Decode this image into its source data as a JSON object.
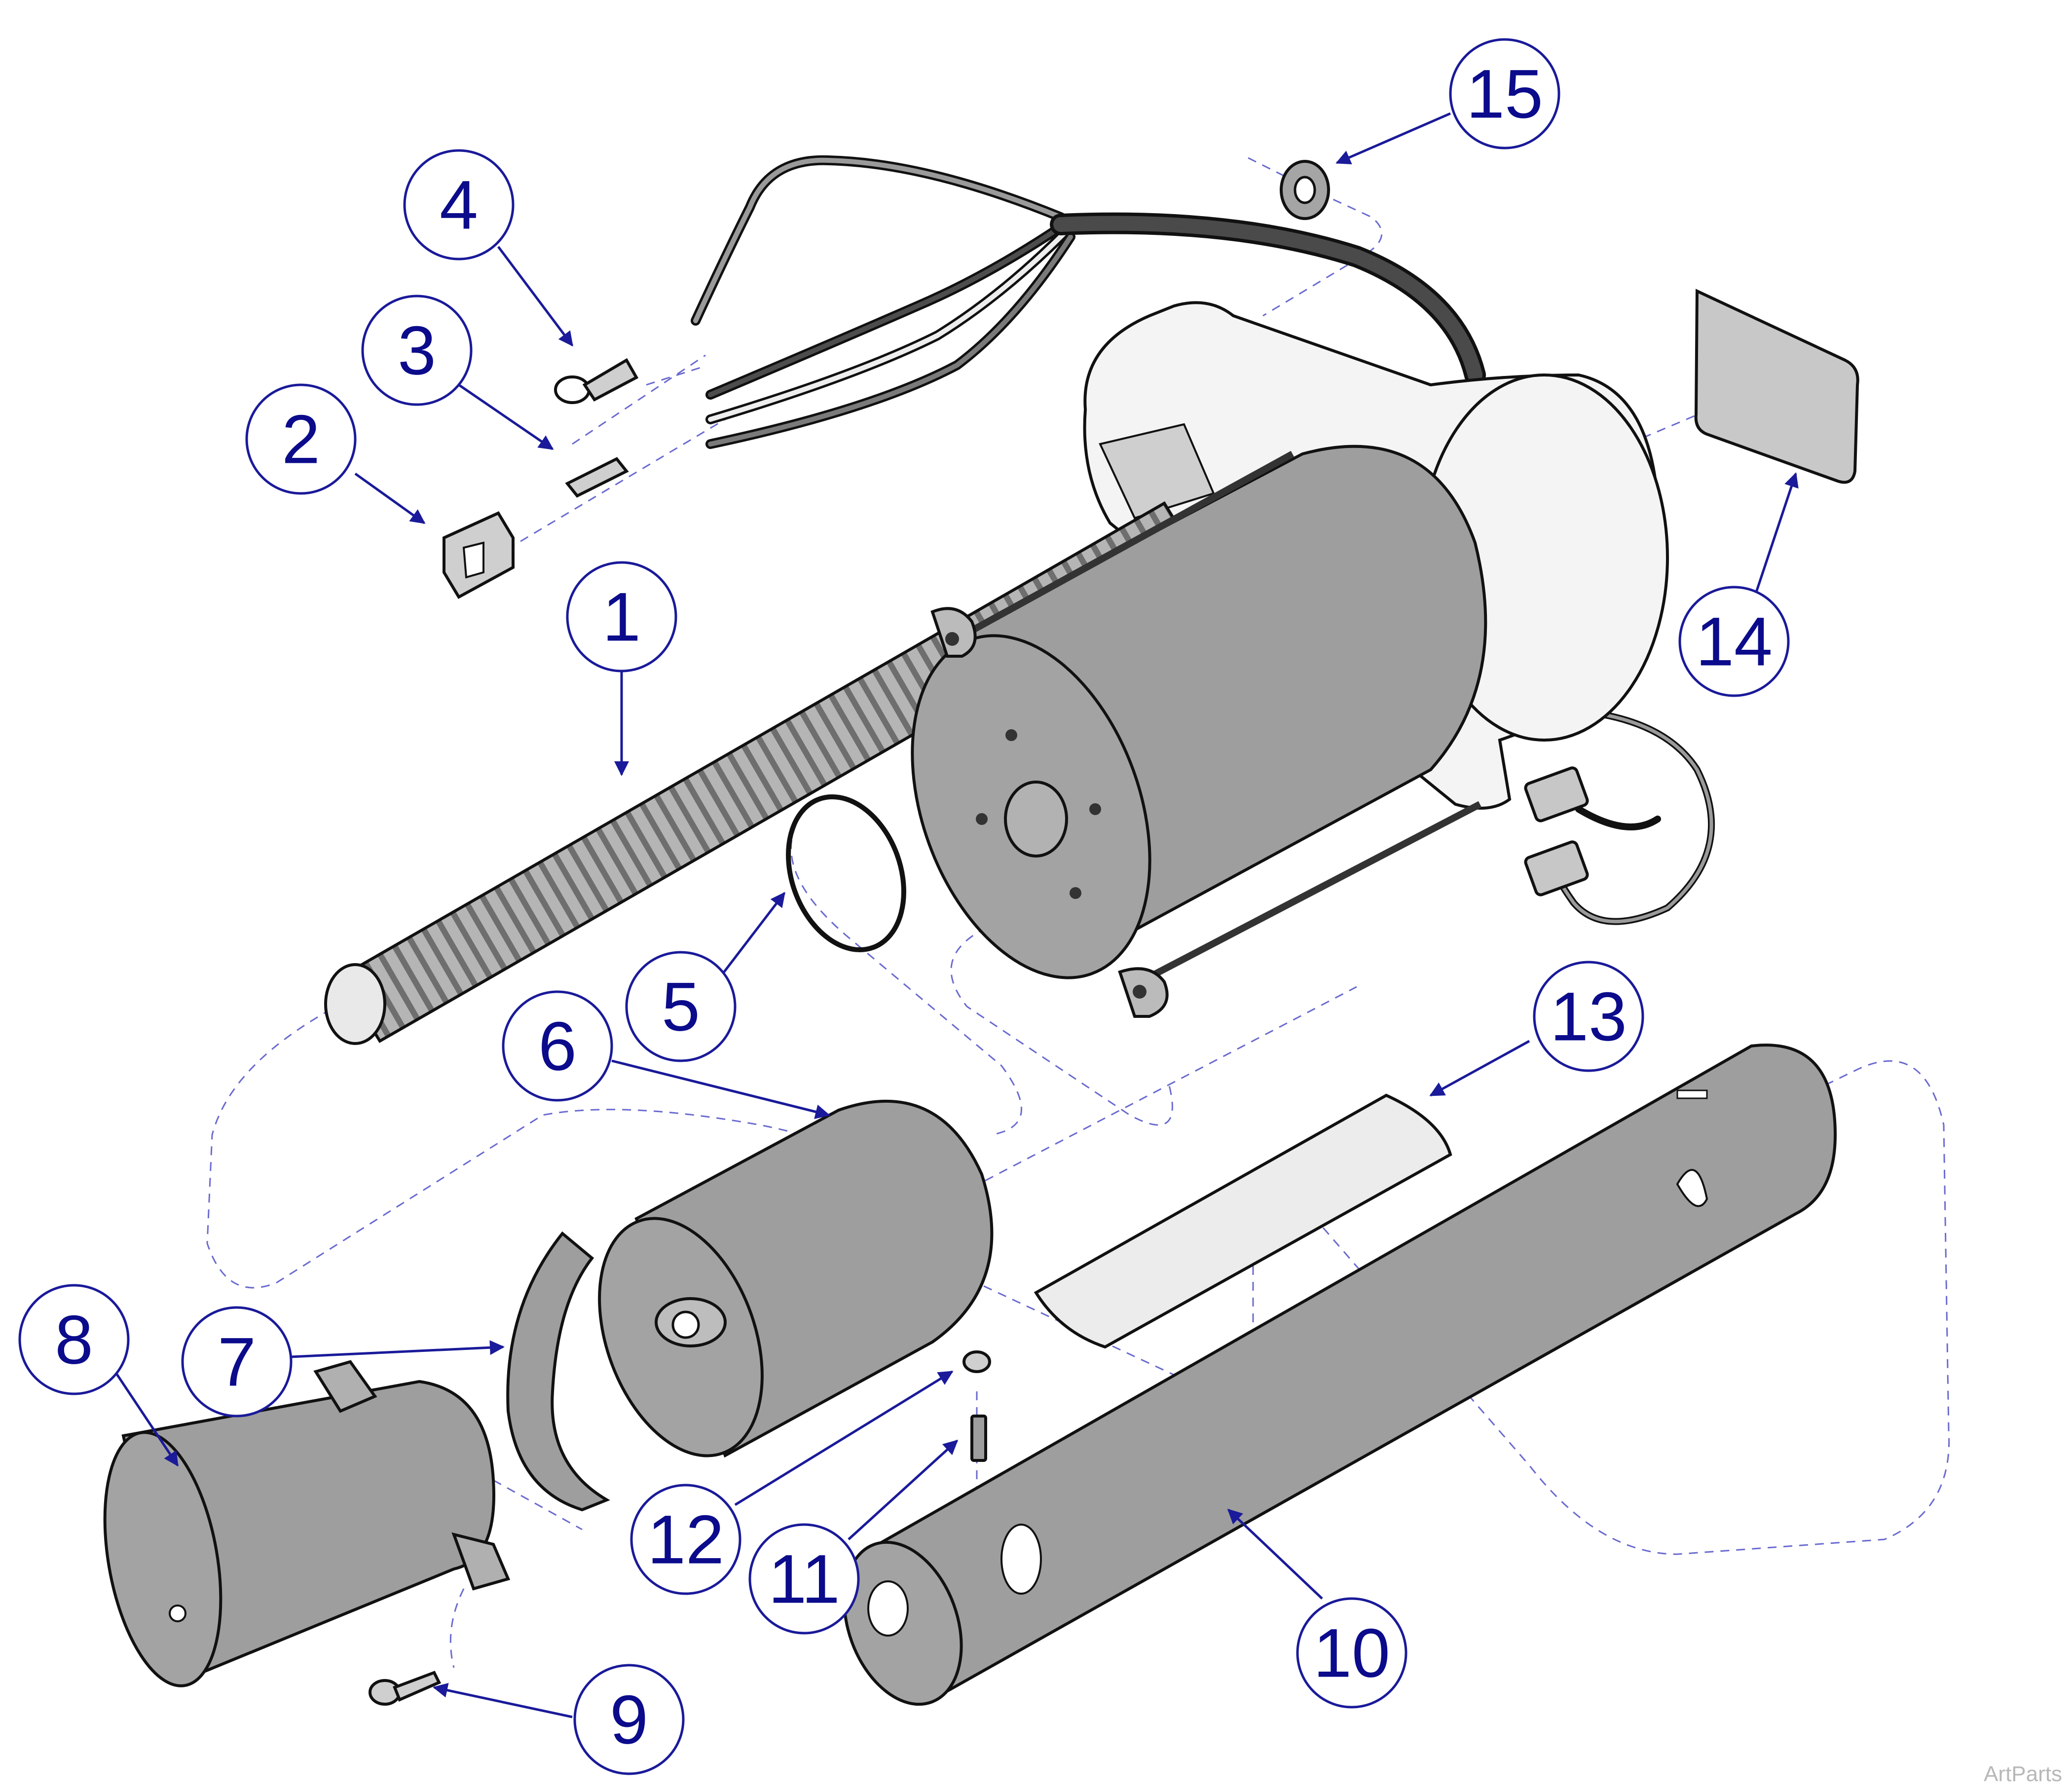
{
  "callouts": [
    {
      "id": "1",
      "label": "1"
    },
    {
      "id": "2",
      "label": "2"
    },
    {
      "id": "3",
      "label": "3"
    },
    {
      "id": "4",
      "label": "4"
    },
    {
      "id": "5",
      "label": "5"
    },
    {
      "id": "6",
      "label": "6"
    },
    {
      "id": "7",
      "label": "7"
    },
    {
      "id": "8",
      "label": "8"
    },
    {
      "id": "9",
      "label": "9"
    },
    {
      "id": "10",
      "label": "10"
    },
    {
      "id": "11",
      "label": "11"
    },
    {
      "id": "12",
      "label": "12"
    },
    {
      "id": "13",
      "label": "13"
    },
    {
      "id": "14",
      "label": "14"
    },
    {
      "id": "15",
      "label": "15"
    }
  ],
  "watermark": "ArtParts",
  "colors": {
    "callout": "#0b0b8c",
    "part_fill": "#9e9e9e",
    "part_light": "#f2f2f2",
    "dash": "#6a6ad0"
  }
}
